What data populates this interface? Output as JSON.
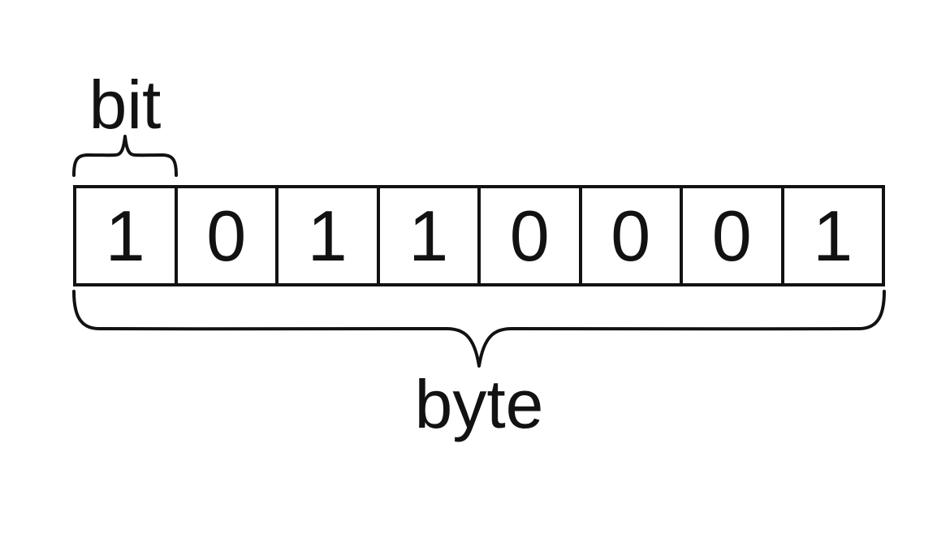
{
  "diagram": {
    "bit_label": "bit",
    "byte_label": "byte",
    "bits": [
      "1",
      "0",
      "1",
      "1",
      "0",
      "0",
      "0",
      "1"
    ]
  },
  "colors": {
    "ink": "#121212",
    "background": "#ffffff"
  }
}
